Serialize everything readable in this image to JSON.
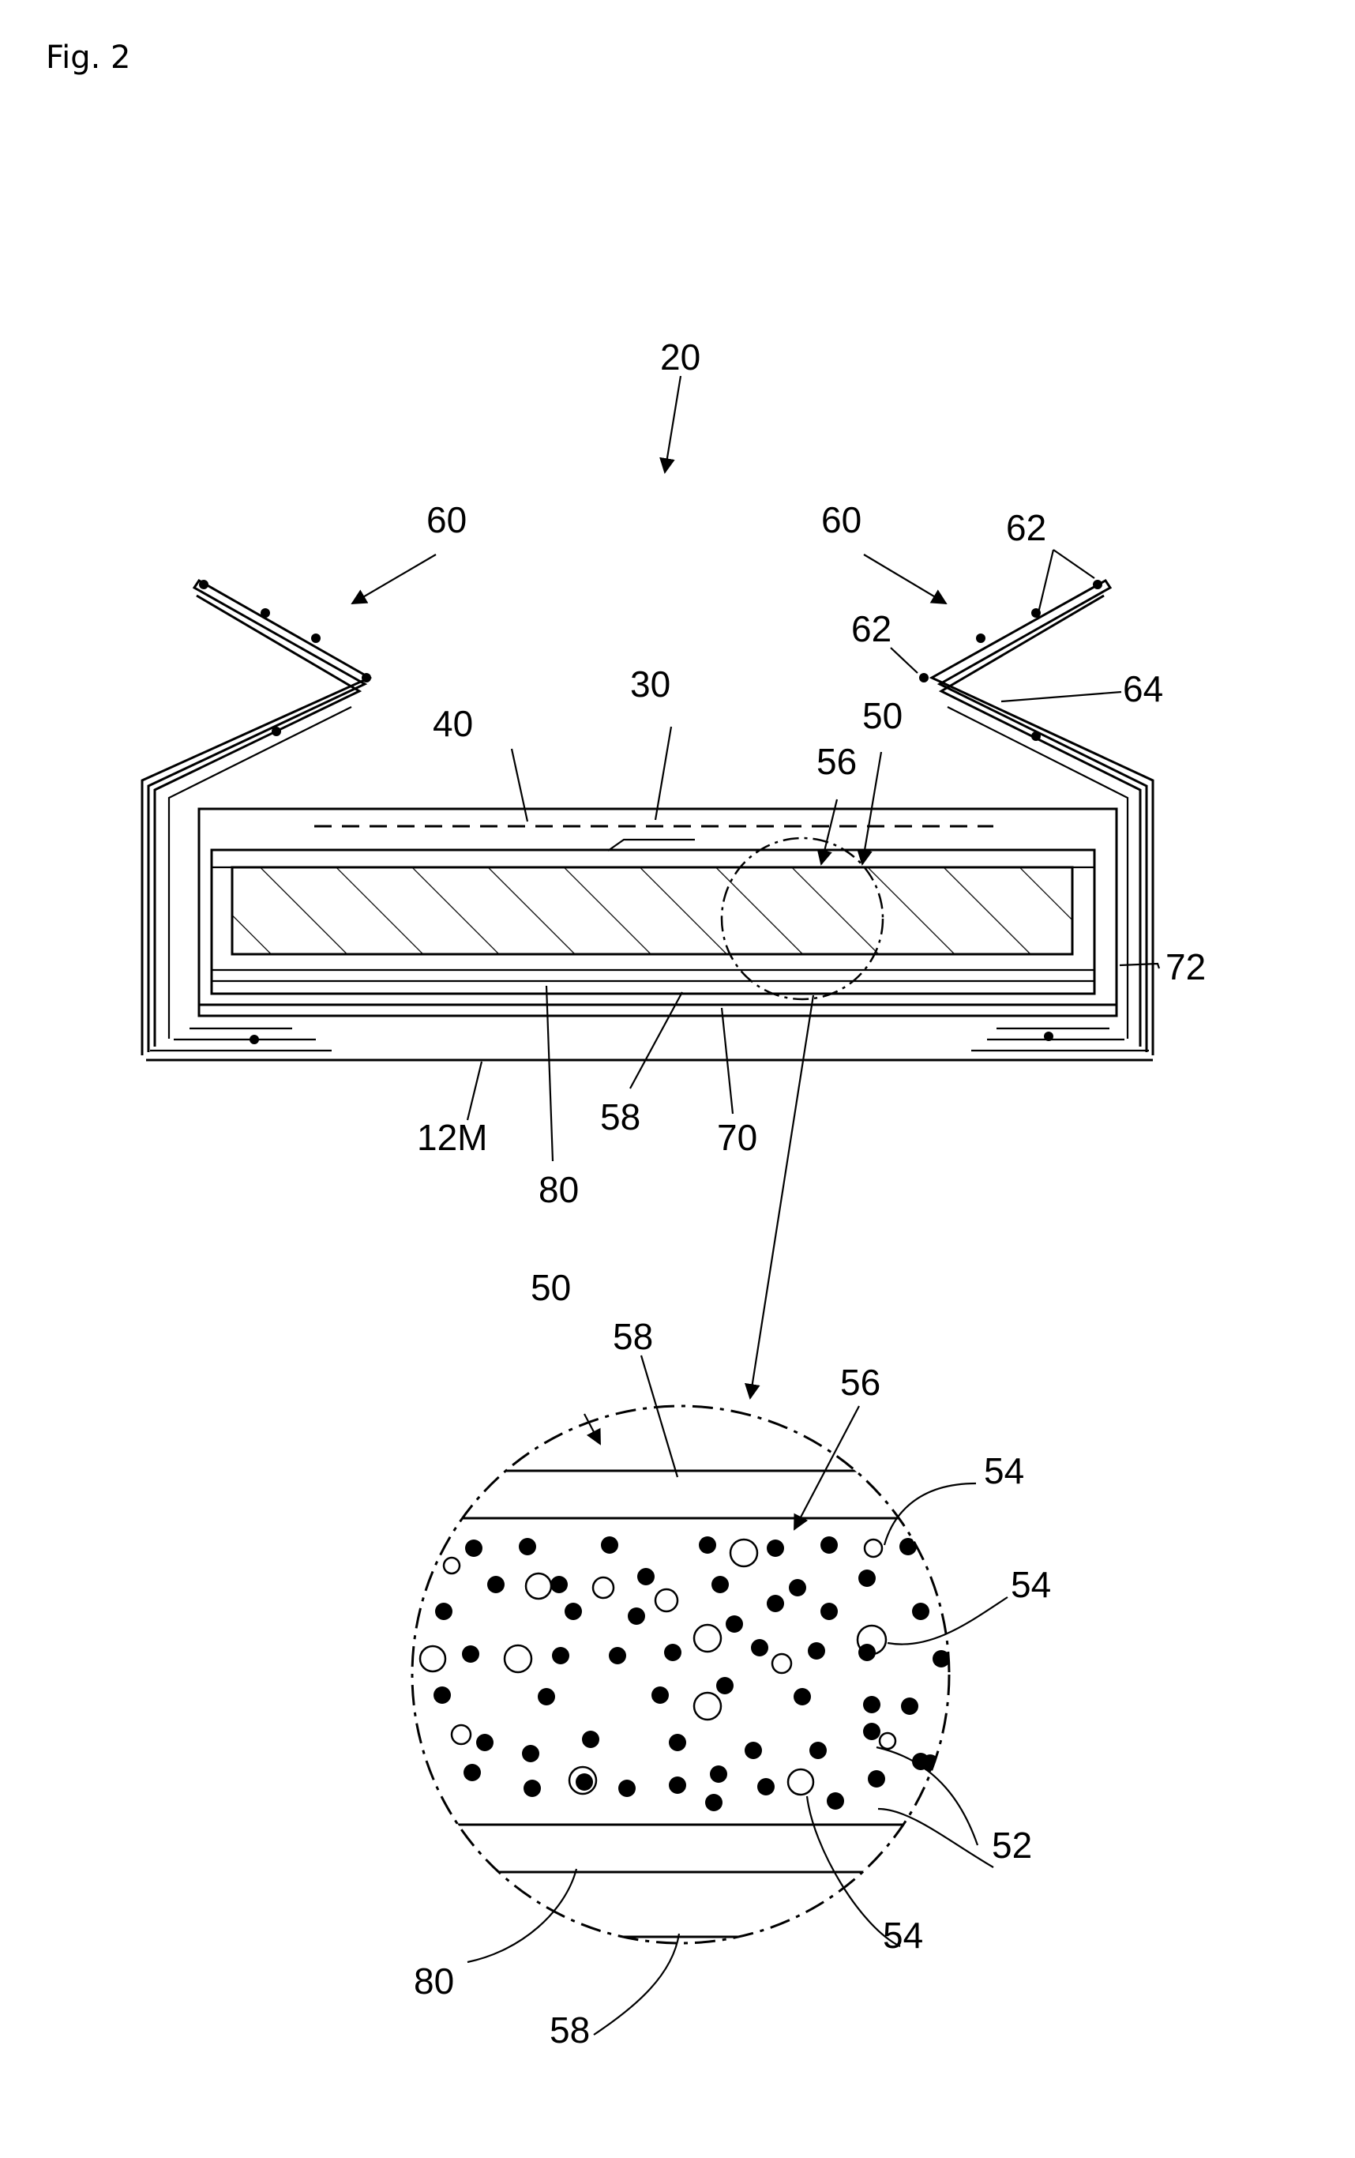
{
  "figure_title": "Fig. 2",
  "labels": {
    "ref_20": "20",
    "ref_60_left": "60",
    "ref_60_right": "60",
    "ref_62_top": "62",
    "ref_62_mid": "62",
    "ref_64": "64",
    "ref_30": "30",
    "ref_40": "40",
    "ref_56_top": "56",
    "ref_50_top": "50",
    "ref_72": "72",
    "ref_12M": "12M",
    "ref_58_top": "58",
    "ref_70": "70",
    "ref_80_top": "80",
    "ref_50_detail": "50",
    "ref_58_detail": "58",
    "ref_56_detail": "56",
    "ref_54_a": "54",
    "ref_54_b": "54",
    "ref_52": "52",
    "ref_54_c": "54",
    "ref_80_detail": "80",
    "ref_58_bottom": "58"
  },
  "colors": {
    "ink": "#000000",
    "paper": "#ffffff"
  }
}
